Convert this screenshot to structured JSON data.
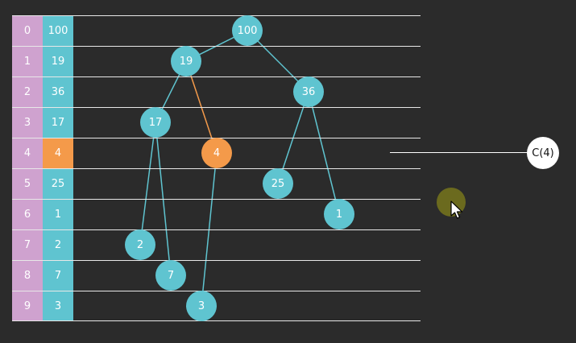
{
  "array": {
    "indices": [
      "0",
      "1",
      "2",
      "3",
      "4",
      "5",
      "6",
      "7",
      "8",
      "9"
    ],
    "values": [
      "100",
      "19",
      "36",
      "17",
      "4",
      "25",
      "1",
      "2",
      "7",
      "3"
    ],
    "highlight_index": 4
  },
  "tree": {
    "nodes": [
      {
        "label": "100",
        "highlight": false
      },
      {
        "label": "19",
        "highlight": false
      },
      {
        "label": "36",
        "highlight": false
      },
      {
        "label": "17",
        "highlight": false
      },
      {
        "label": "4",
        "highlight": true
      },
      {
        "label": "25",
        "highlight": false
      },
      {
        "label": "1",
        "highlight": false
      },
      {
        "label": "2",
        "highlight": false
      },
      {
        "label": "7",
        "highlight": false
      },
      {
        "label": "3",
        "highlight": false
      }
    ],
    "edges": [
      [
        0,
        1
      ],
      [
        0,
        2
      ],
      [
        1,
        3
      ],
      [
        1,
        4
      ],
      [
        2,
        5
      ],
      [
        2,
        6
      ],
      [
        3,
        7
      ],
      [
        3,
        8
      ],
      [
        4,
        9
      ]
    ],
    "highlight_edge": [
      1,
      4
    ]
  },
  "call": {
    "label": "C(4)"
  },
  "colors": {
    "index_column": "#cfa2cf",
    "value_column": "#5fc4d0",
    "node": "#5fc4d0",
    "highlight": "#f49a4a",
    "edge": "#5fc4d0",
    "background": "#2b2b2b"
  }
}
